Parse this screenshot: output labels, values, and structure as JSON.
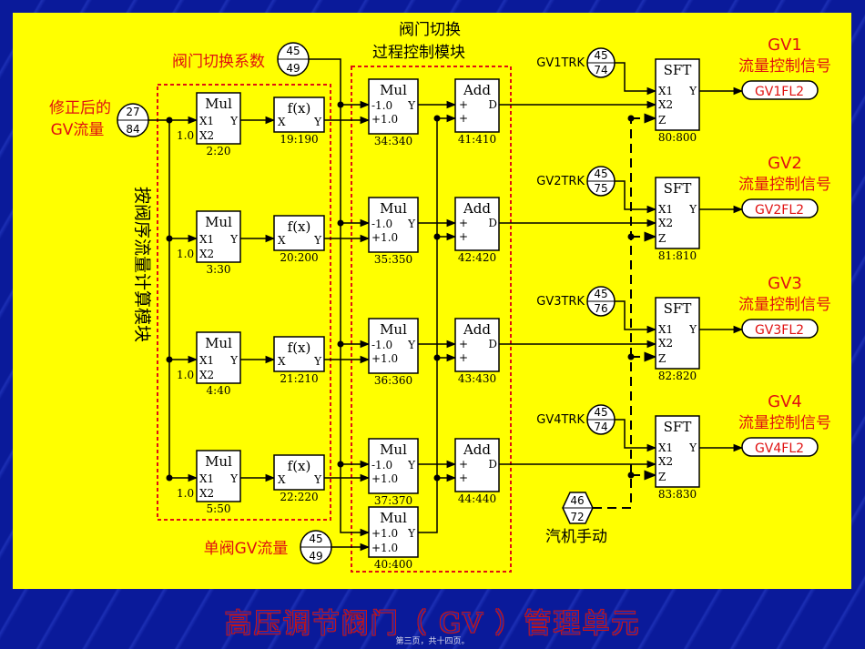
{
  "title": "高压调节阀门（ GV ）管理单元",
  "page_footer": "第三页，共十四页。",
  "inputs": {
    "corrected_gv_flow_label": "修正后的",
    "corrected_gv_flow_label2": "GV流量",
    "corrected_gv_flow_ref_top": "27",
    "corrected_gv_flow_ref_bottom": "84",
    "switch_coeff_label": "阀门切换系数",
    "switch_coeff_ref_top": "45",
    "switch_coeff_ref_bottom": "49",
    "single_valve_label": "单阀GV流量",
    "single_valve_ref_top": "45",
    "single_valve_ref_bottom": "49",
    "manual_label": "汽机手动",
    "manual_ref_top": "46",
    "manual_ref_bottom": "72"
  },
  "group_labels": {
    "sequence_group": "按阀序流量计算模块",
    "switch_group_line1": "阀门切换",
    "switch_group_line2": "过程控制模块"
  },
  "mul_blocks": [
    {
      "name": "Mul",
      "in1": "X1",
      "in2": "X2",
      "out": "Y",
      "const": "1.0",
      "id": "2:20"
    },
    {
      "name": "Mul",
      "in1": "X1",
      "in2": "X2",
      "out": "Y",
      "const": "1.0",
      "id": "3:30"
    },
    {
      "name": "Mul",
      "in1": "X1",
      "in2": "X2",
      "out": "Y",
      "const": "1.0",
      "id": "4:40"
    },
    {
      "name": "Mul",
      "in1": "X1",
      "in2": "X2",
      "out": "Y",
      "const": "1.0",
      "id": "5:50"
    }
  ],
  "fx_blocks": [
    {
      "name": "f(x)",
      "in": "X",
      "out": "Y",
      "id": "19:190"
    },
    {
      "name": "f(x)",
      "in": "X",
      "out": "Y",
      "id": "20:200"
    },
    {
      "name": "f(x)",
      "in": "X",
      "out": "Y",
      "id": "21:210"
    },
    {
      "name": "f(x)",
      "in": "X",
      "out": "Y",
      "id": "22:220"
    }
  ],
  "sw_mul_blocks": [
    {
      "name": "Mul",
      "in1": "-1.0",
      "in2": "+1.0",
      "out": "Y",
      "id": "34:340"
    },
    {
      "name": "Mul",
      "in1": "-1.0",
      "in2": "+1.0",
      "out": "Y",
      "id": "35:350"
    },
    {
      "name": "Mul",
      "in1": "-1.0",
      "in2": "+1.0",
      "out": "Y",
      "id": "36:360"
    },
    {
      "name": "Mul",
      "in1": "-1.0",
      "in2": "+1.0",
      "out": "Y",
      "id": "37:370"
    },
    {
      "name": "Mul",
      "in1": "+1.0",
      "in2": "+1.0",
      "out": "Y",
      "id": "40:400"
    }
  ],
  "add_blocks": [
    {
      "name": "Add",
      "in1": "+",
      "in2": "+",
      "out": "D",
      "id": "41:410"
    },
    {
      "name": "Add",
      "in1": "+",
      "in2": "+",
      "out": "D",
      "id": "42:420"
    },
    {
      "name": "Add",
      "in1": "+",
      "in2": "+",
      "out": "D",
      "id": "43:430"
    },
    {
      "name": "Add",
      "in1": "+",
      "in2": "+",
      "out": "D",
      "id": "44:440"
    }
  ],
  "sft_blocks": [
    {
      "name": "SFT",
      "in1": "X1",
      "in2": "X2",
      "in3": "Z",
      "out": "Y",
      "id": "80:800",
      "trk_label": "GV1TRK",
      "trk_top": "45",
      "trk_bottom": "74",
      "out_title": "GV1",
      "out_desc": "流量控制信号",
      "out_tag": "GV1FL2"
    },
    {
      "name": "SFT",
      "in1": "X1",
      "in2": "X2",
      "in3": "Z",
      "out": "Y",
      "id": "81:810",
      "trk_label": "GV2TRK",
      "trk_top": "45",
      "trk_bottom": "75",
      "out_title": "GV2",
      "out_desc": "流量控制信号",
      "out_tag": "GV2FL2"
    },
    {
      "name": "SFT",
      "in1": "X1",
      "in2": "X2",
      "in3": "Z",
      "out": "Y",
      "id": "82:820",
      "trk_label": "GV3TRK",
      "trk_top": "45",
      "trk_bottom": "76",
      "out_title": "GV3",
      "out_desc": "流量控制信号",
      "out_tag": "GV3FL2"
    },
    {
      "name": "SFT",
      "in1": "X1",
      "in2": "X2",
      "in3": "Z",
      "out": "Y",
      "id": "83:830",
      "trk_label": "GV4TRK",
      "trk_top": "45",
      "trk_bottom": "74",
      "out_title": "GV4",
      "out_desc": "流量控制信号",
      "out_tag": "GV4FL2"
    }
  ],
  "colors": {
    "panel": "#ffff00",
    "line": "#000000",
    "red_text": "#e01010",
    "dashed_box": "#e01010"
  }
}
